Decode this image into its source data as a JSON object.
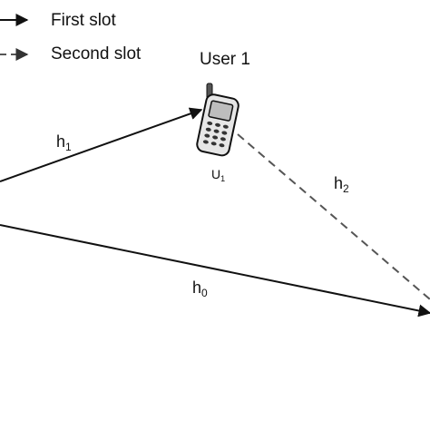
{
  "legend": {
    "first_slot": "First slot",
    "second_slot": "Second slot"
  },
  "user": {
    "title": "User 1",
    "node_label": "U",
    "node_sub": "1",
    "icon": "mobile-phone-icon"
  },
  "channels": {
    "h1": {
      "base": "h",
      "sub": "1"
    },
    "h2": {
      "base": "h",
      "sub": "2"
    },
    "h0": {
      "base": "h",
      "sub": "0"
    }
  },
  "colors": {
    "line": "#111111",
    "dashed": "#555555",
    "phone_body": "#e6e6e6",
    "phone_screen": "#bdbdbd"
  }
}
